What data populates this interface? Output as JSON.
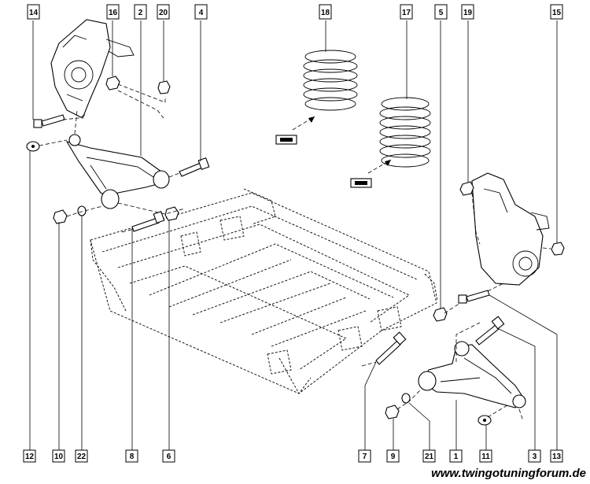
{
  "callouts": {
    "top": [
      "14",
      "16",
      "2",
      "20",
      "4",
      "18",
      "17",
      "5",
      "19",
      "15"
    ],
    "bottom": [
      "12",
      "10",
      "22",
      "8",
      "6",
      "7",
      "9",
      "21",
      "1",
      "11",
      "3",
      "13"
    ]
  },
  "footer": {
    "watermark": "www.twingotuningforum.de"
  }
}
